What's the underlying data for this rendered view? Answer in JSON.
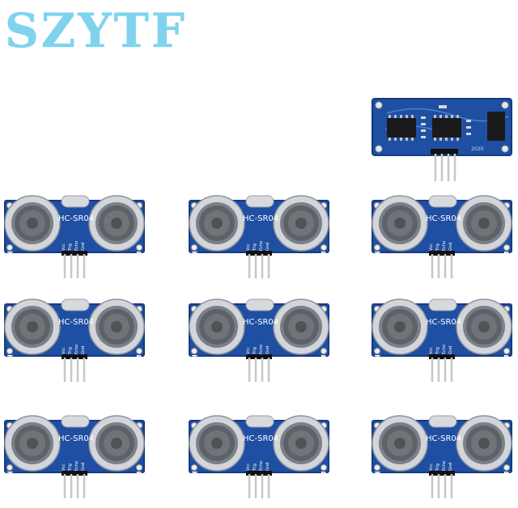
{
  "brand": {
    "logo_text": "SZYTF"
  },
  "module": {
    "model_label": "HC-SR04",
    "transmitter_mark": "T",
    "receiver_mark": "R",
    "pins": [
      "Vcc",
      "Trig",
      "Echo",
      "Gnd"
    ]
  },
  "back_board": {
    "silkscreen_code": "2020"
  },
  "colors": {
    "pcb": "#1f4fa3",
    "pcb_edge": "#163a80",
    "transducer_rim": "#c9ccd2",
    "logo": "#7fd3ee"
  },
  "icons": [
    "ultrasonic-sensor-module-image",
    "sensor-pcb-back-image"
  ]
}
